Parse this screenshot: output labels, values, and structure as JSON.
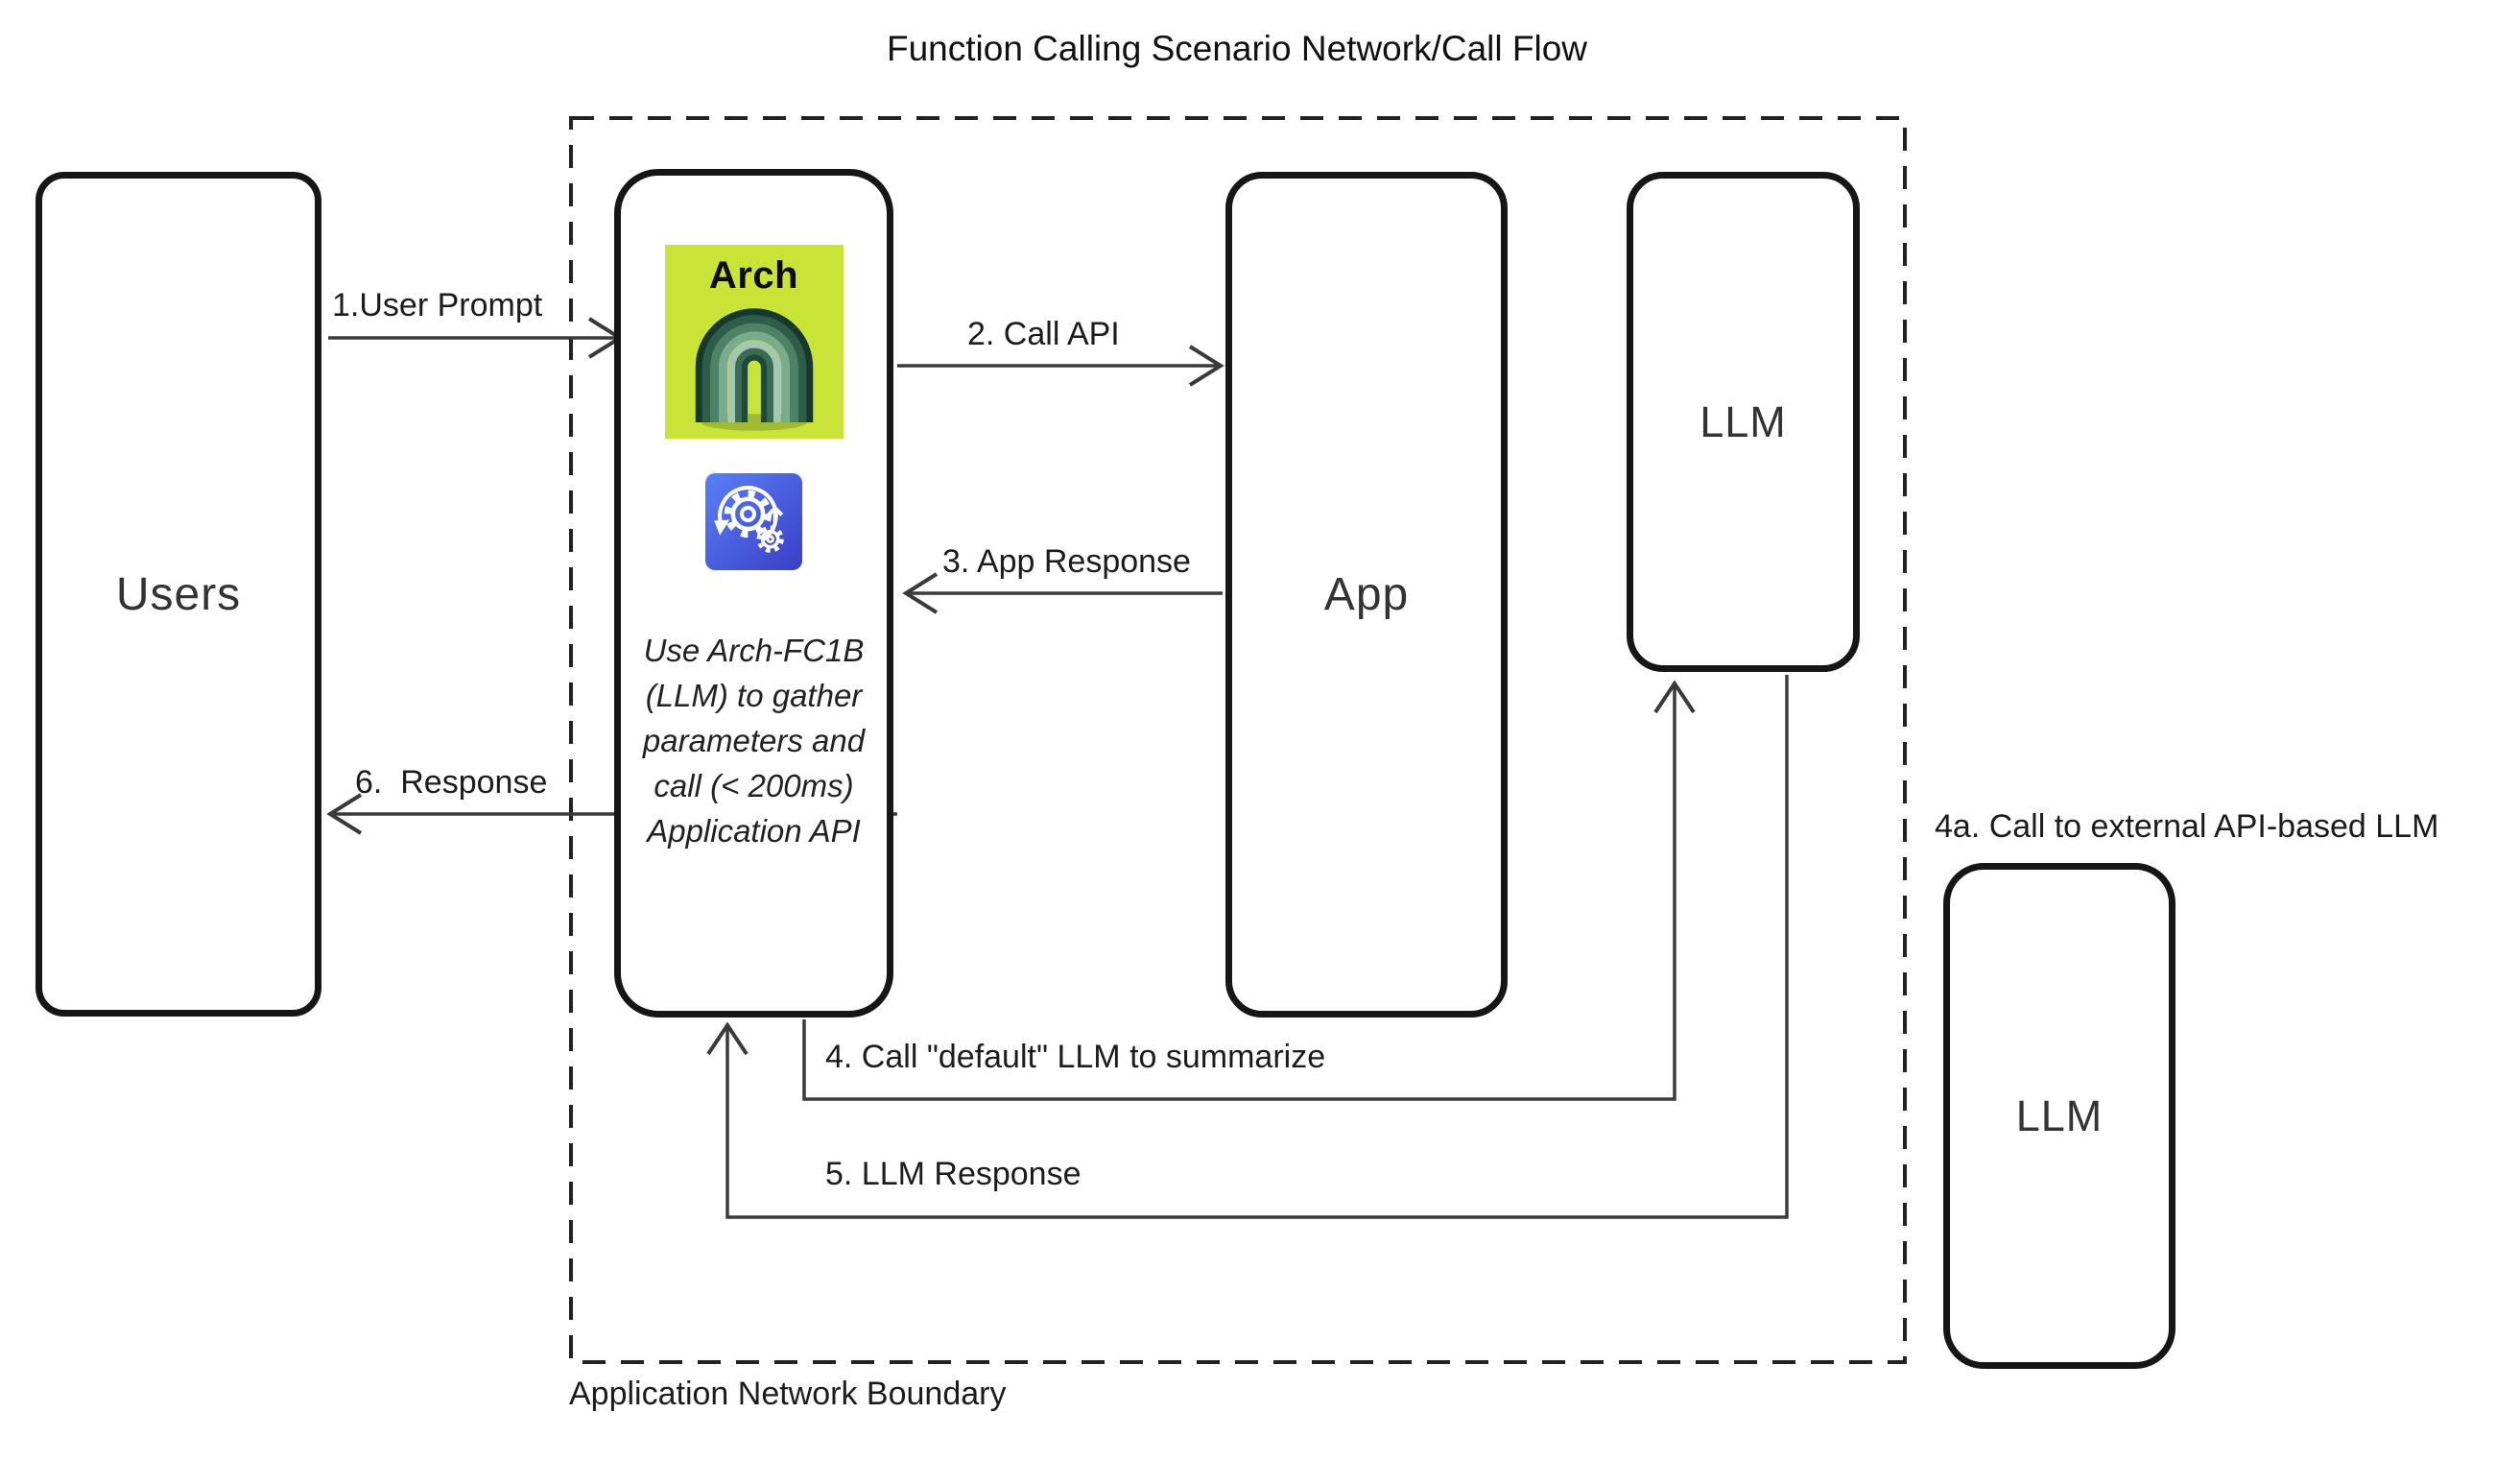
{
  "title": "Function Calling Scenario Network/Call Flow",
  "boundary": {
    "label": "Application Network Boundary"
  },
  "nodes": {
    "users": {
      "label": "Users"
    },
    "arch": {
      "logo_label": "Arch",
      "note": "Use Arch-FC1B (LLM) to gather parameters and call (< 200ms) Application API"
    },
    "app": {
      "label": "App"
    },
    "llm_internal": {
      "label": "LLM"
    },
    "llm_external": {
      "label": "LLM",
      "caption": "4a. Call to external API-based LLM"
    }
  },
  "arrows": [
    {
      "from": "users",
      "to": "arch",
      "label": "1.User Prompt"
    },
    {
      "from": "arch",
      "to": "app",
      "label": "2. Call API"
    },
    {
      "from": "app",
      "to": "arch",
      "label": "3. App Response"
    },
    {
      "from": "arch",
      "to": "llm_internal",
      "label": "4. Call \"default\" LLM to summarize"
    },
    {
      "from": "llm_internal",
      "to": "arch",
      "label": "5. LLM Response"
    },
    {
      "from": "arch",
      "to": "users",
      "label": "6.  Response"
    }
  ],
  "icons": {
    "arch_logo": "arch-rainbow-icon",
    "gears": "process-gears-icon"
  },
  "colors": {
    "arch_logo_background": "#c9e437",
    "arch_green_dark": "#1e4a3a",
    "arch_green_light": "#8fbfa4",
    "gear_badge_blue_top": "#5a80f7",
    "gear_badge_blue_bottom": "#3a3fc6",
    "line": "#3a3a3a",
    "box_border": "#161616",
    "background": "#ffffff"
  }
}
